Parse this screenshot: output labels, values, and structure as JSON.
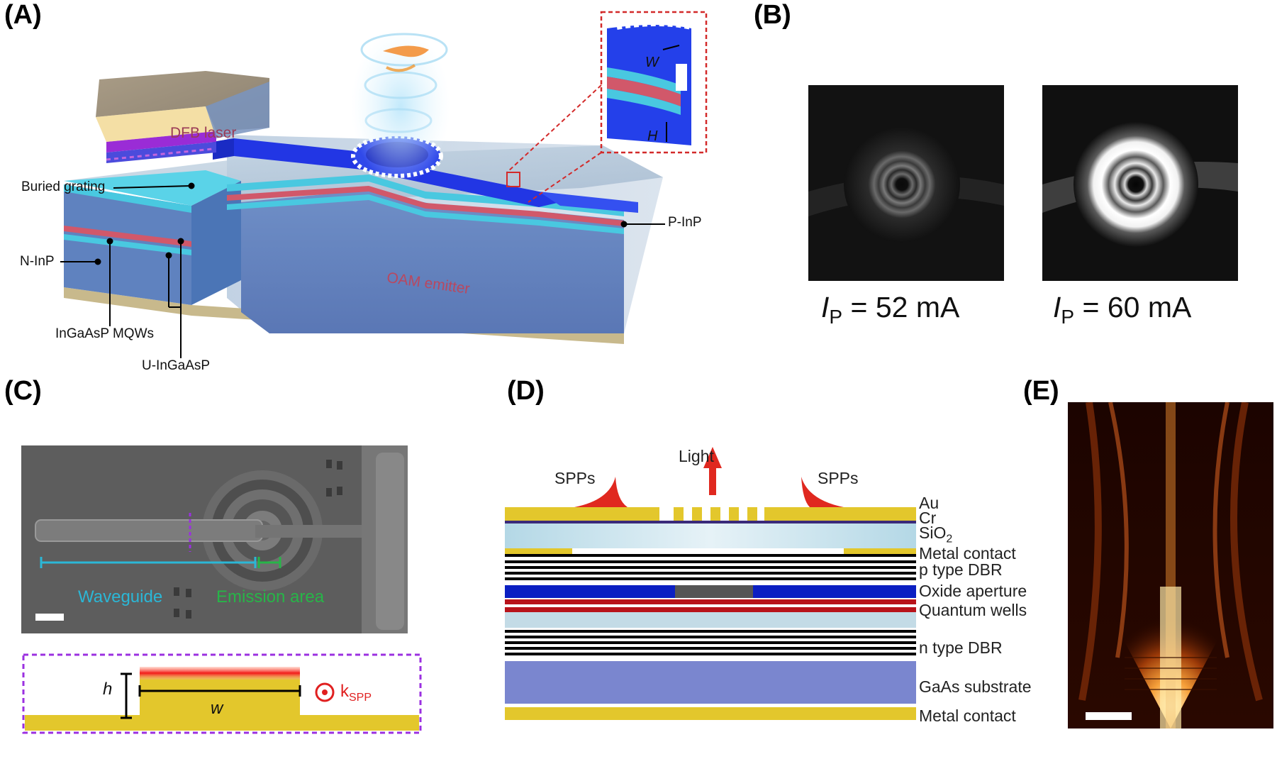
{
  "panels": {
    "a": {
      "label": "(A)",
      "dfb_laser": "DFB laser",
      "oam_emitter": "OAM emitter",
      "buried_grating": "Buried grating",
      "n_inp": "N-InP",
      "p_inp": "P-InP",
      "mqws": "InGaAsP MQWs",
      "u_ingaasp": "U-InGaAsP",
      "inset_w": "W",
      "inset_h": "H"
    },
    "b": {
      "label": "(B)",
      "captions": [
        {
          "sym": "I",
          "sub": "P",
          "value": " = 52 mA"
        },
        {
          "sym": "I",
          "sub": "P",
          "value": " = 60 mA"
        }
      ]
    },
    "c": {
      "label": "(C)",
      "waveguide": "Waveguide",
      "emission_area": "Emission area",
      "h": "h",
      "w": "w",
      "kspp": "k",
      "kspp_sub": "SPP"
    },
    "d": {
      "label": "(D)",
      "light": "Light",
      "spps_left": "SPPs",
      "spps_right": "SPPs",
      "layers": [
        "Au",
        "Cr",
        "SiO",
        "Metal contact",
        "p type DBR",
        "Oxide aperture",
        "Quantum wells",
        "n type DBR",
        "GaAs substrate",
        "Metal contact"
      ],
      "sio2_sub": "2"
    },
    "e": {
      "label": "(E)"
    }
  },
  "colors": {
    "gold": "#e3c72c",
    "cyan_label": "#2bb7d6",
    "green_label": "#27b548",
    "purple_dash": "#9b30e0",
    "red_dash": "#d32a2a",
    "oxide_blue": "#0b1fc2",
    "qw_red": "#b8131a",
    "substrate": "#7a86cf"
  }
}
